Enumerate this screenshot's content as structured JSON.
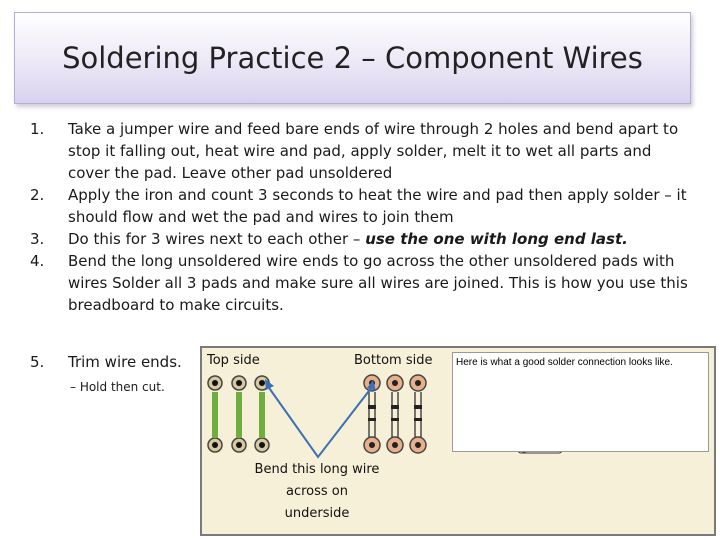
{
  "slide": {
    "title": "Soldering Practice 2 – Component Wires",
    "steps": [
      {
        "num": "1.",
        "text": "Take a jumper wire and feed bare ends of  wire through 2 holes and bend apart to stop it falling out, heat wire and pad, apply solder, melt it to wet all parts and cover the pad. Leave other pad unsoldered"
      },
      {
        "num": "2.",
        "text": "Apply the iron  and count 3 seconds to heat the wire and pad  then apply solder – it should flow and wet the pad and wires to join them"
      },
      {
        "num": "3.",
        "text_plain": "Do this for 3 wires next to each other – ",
        "text_emph": "use the one with long end last."
      },
      {
        "num": "4.",
        "text": "Bend the long  unsoldered wire ends to go across the other unsoldered pads with wires Solder all 3 pads and make sure all wires are joined.  This is how you use this breadboard  to make circuits."
      },
      {
        "num": "5.",
        "text": "Trim wire ends."
      }
    ],
    "sub_bullet": "– Hold then cut."
  },
  "photo": {
    "top_side_label": "Top side",
    "bottom_side_label": "Bottom side",
    "bend_note": "Bend this long wire across on underside",
    "inset_caption": "Here is what a good solder connection looks like."
  }
}
